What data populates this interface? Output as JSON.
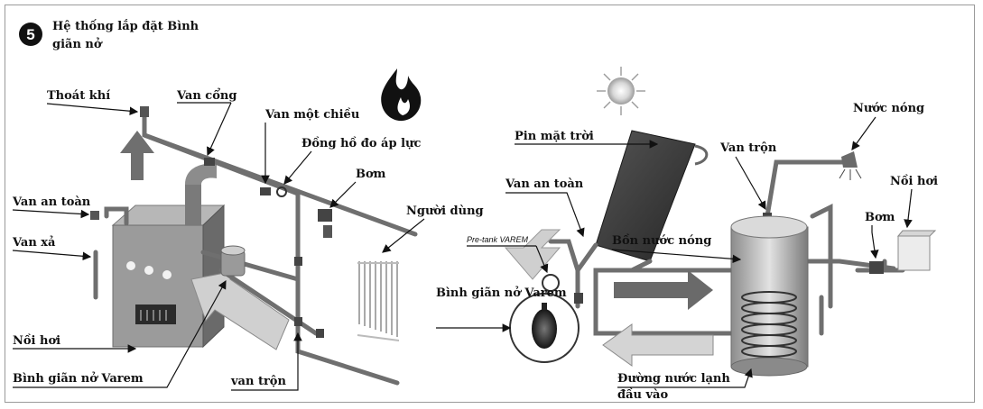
{
  "step_number": "5",
  "title_line1": "Hệ thống lắp đặt Bình",
  "title_line2": "giãn nở",
  "left": {
    "thoat_khi": "Thoát khí",
    "van_cong": "Van cổng",
    "van_mot_chieu": "Van một chiều",
    "dong_ho": "Đồng hồ đo áp lực",
    "bom": "Bơm",
    "nguoi_dung": "Người dùng",
    "van_an_toan": "Van an toàn",
    "van_xa": "Van xả",
    "noi_hoi": "Nồi hơi",
    "binh_gian_no": "Bình giãn nở Varem",
    "van_tron": "van trộn"
  },
  "right": {
    "pin_mat_troi": "Pin mặt trời",
    "van_an_toan": "Van an toàn",
    "pre_tank": "Pre-tank VAREM",
    "binh_gian_no": "Bình giãn nở Varem",
    "bon_nuoc_nong": "Bồn nước nóng",
    "van_tron": "Van trộn",
    "nuoc_nong": "Nước nóng",
    "noi_hoi": "Nồi hơi",
    "bom": "Bơm",
    "duong_nuoc_lanh_1": "Đường nước lạnh",
    "duong_nuoc_lanh_2": "đầu vào"
  }
}
